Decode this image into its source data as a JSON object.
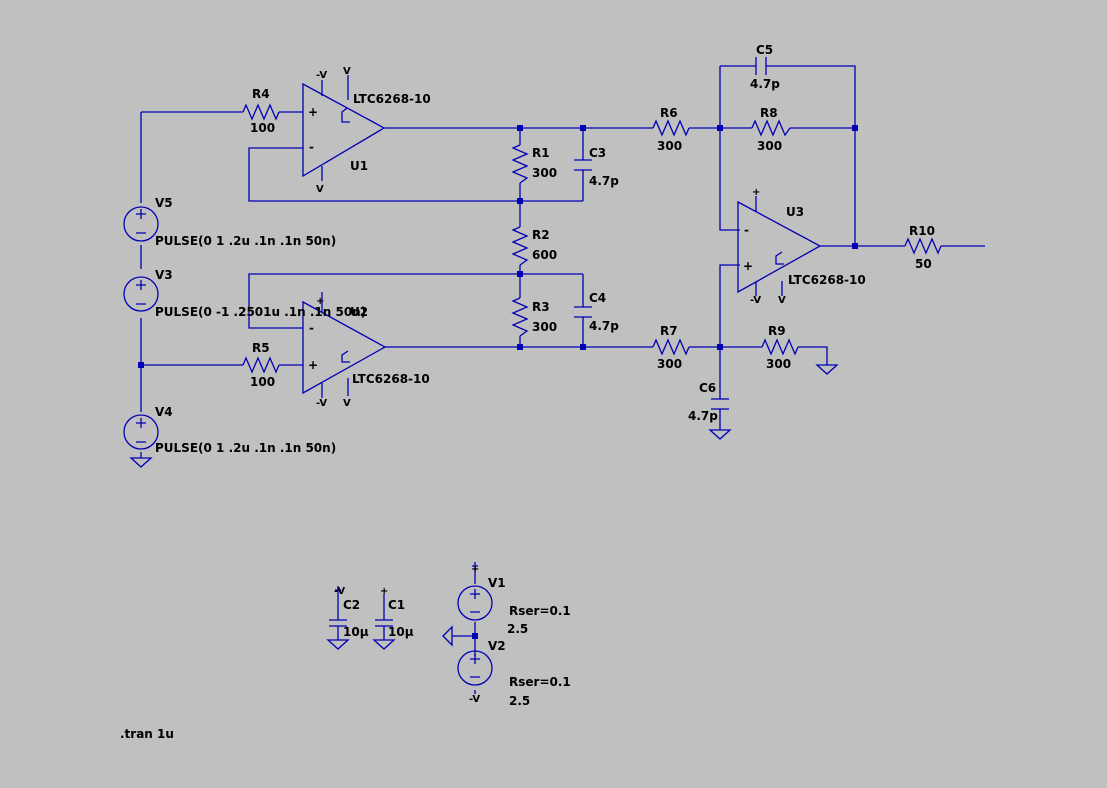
{
  "colors": {
    "background": "#c0c0c0",
    "wire": "#0000b4",
    "text": "#000000"
  },
  "components": {
    "r4": {
      "name": "R4",
      "value": "100"
    },
    "r5": {
      "name": "R5",
      "value": "100"
    },
    "r1": {
      "name": "R1",
      "value": "300"
    },
    "r2": {
      "name": "R2",
      "value": "600"
    },
    "r3": {
      "name": "R3",
      "value": "300"
    },
    "r6": {
      "name": "R6",
      "value": "300"
    },
    "r7": {
      "name": "R7",
      "value": "300"
    },
    "r8": {
      "name": "R8",
      "value": "300"
    },
    "r9": {
      "name": "R9",
      "value": "300"
    },
    "r10": {
      "name": "R10",
      "value": "50"
    },
    "c1": {
      "name": "C1",
      "value": "10µ"
    },
    "c2": {
      "name": "C2",
      "value": "10µ"
    },
    "c3": {
      "name": "C3",
      "value": "4.7p"
    },
    "c4": {
      "name": "C4",
      "value": "4.7p"
    },
    "c5": {
      "name": "C5",
      "value": "4.7p"
    },
    "c6": {
      "name": "C6",
      "value": "4.7p"
    },
    "u1": {
      "name": "U1",
      "part": "LTC6268-10"
    },
    "u2": {
      "name": "U2",
      "part": "LTC6268-10"
    },
    "u3": {
      "name": "U3",
      "part": "LTC6268-10"
    },
    "v5": {
      "name": "V5",
      "value": "PULSE(0 1 .2u .1n .1n 50n)"
    },
    "v3": {
      "name": "V3",
      "value": "PULSE(0 -1 .2501u .1n .1n 50n)"
    },
    "v4": {
      "name": "V4",
      "value": "PULSE(0 1 .2u .1n .1n 50n)"
    },
    "v1": {
      "name": "V1",
      "rser": "Rser=0.1",
      "value": "2.5"
    },
    "v2": {
      "name": "V2",
      "rser": "Rser=0.1",
      "value": "2.5"
    }
  },
  "pins": {
    "plus": "+",
    "minus": "-",
    "vplus": "V",
    "vminus": "-V"
  },
  "directive": ".tran 1u"
}
